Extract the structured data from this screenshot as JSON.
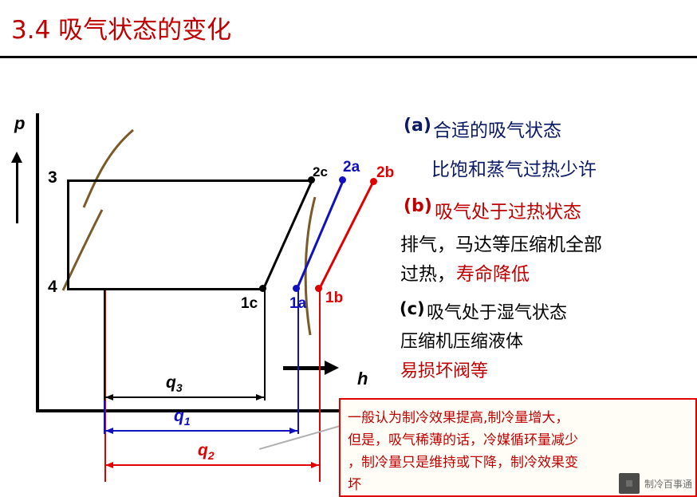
{
  "slide": {
    "title": "3.4 吸气状态的变化"
  },
  "diagram": {
    "axis_y_label": "p",
    "axis_x_label": "h",
    "state_labels": {
      "p3": "3",
      "p4": "4",
      "p2c": "2c",
      "p2a": "2a",
      "p2b": "2b",
      "p1c": "1c",
      "p1a": "1a",
      "p1b": "1b"
    },
    "measures": [
      {
        "name": "q3",
        "label": "q",
        "sub": "3",
        "color": "#000000"
      },
      {
        "name": "q1",
        "label": "q",
        "sub": "1",
        "color": "#1010c0"
      },
      {
        "name": "q2",
        "label": "q",
        "sub": "2",
        "color": "#e00000"
      }
    ]
  },
  "notes": {
    "a_tag": "(a)",
    "a_title": "合适的吸气状态",
    "a_line2": "比饱和蒸气过热少许",
    "b_tag": "(b)",
    "b_title": "吸气处于过热状态",
    "b_line2": "排气，马达等压缩机全部",
    "b_line3a": "过热，",
    "b_line3b": "寿命降低",
    "c_tag": "(c)",
    "c_title": "吸气处于湿气状态",
    "c_line2": "压缩机压缩液体",
    "c_line3": "易损坏阀等"
  },
  "callout": {
    "line1": "一般认为制冷效果提高,制冷量增大，",
    "line2": "但是，吸气稀薄的话，冷媒循环量减少",
    "line3": "，制冷量只是维持或下降，制冷效果变",
    "line4": "坏"
  },
  "watermark": {
    "text": "制冷百事通"
  },
  "colors": {
    "title_red": "#c00000",
    "navy": "#0b1a66",
    "blue": "#1010c0",
    "red": "#e00000",
    "curve_brown": "#7a5a28"
  }
}
